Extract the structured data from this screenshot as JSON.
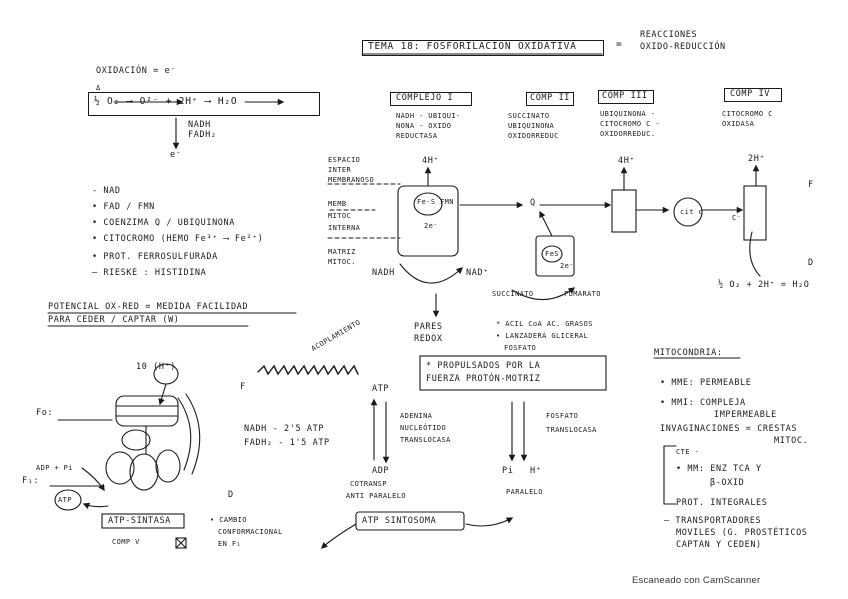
{
  "title": {
    "heading": "TEMA 18: FOSFORILACION OXIDATIVA",
    "equals": "=",
    "reactions_l1": "REACCIONES",
    "reactions_l2": "OXIDO-REDUCCIÓN"
  },
  "oxidation": {
    "label": "OXIDACIÓN = e⁻",
    "equation": "½ O₂ ⟶ O²⁻ + 2H⁺ ⟶ H₂O",
    "delta": "Δ",
    "carrier1": "NADH",
    "carrier2": "FADH₂",
    "electron": "e⁻"
  },
  "carriers": [
    "- NAD",
    "• FAD / FMN",
    "• COENZIMA Q / UBIQUINONA",
    "• CITOCROMO (HEMO Fe³⁺ ⟶ Fe²⁺)",
    "• PROT. FERROSULFURADA",
    "– RIESKE : HISTIDINA"
  ],
  "potential": {
    "line1": "POTENCIAL OX-RED = MEDIDA FACILIDAD",
    "line2": "PARA CEDER / CAPTAR (W)"
  },
  "complexes": {
    "c1_label": "COMPLEJO I",
    "c1_desc": [
      "NADH - UBIQUI-",
      "NONA - OXIDO",
      "REDUCTASA"
    ],
    "c2_label": "COMP II",
    "c2_desc": [
      "SUCCINATO",
      "UBIQUINONA",
      "OXIDORREDUC"
    ],
    "c3_label": "COMP III",
    "c3_desc": [
      "UBIQUINONA -",
      "CITOCROMO C -",
      "OXIDORREDUC."
    ],
    "c4_label": "COMP IV",
    "c4_desc": [
      "CITOCROMO C",
      "OXIDASA"
    ]
  },
  "membrane": {
    "space": [
      "ESPACIO",
      "INTER",
      "MEMBRANOSO"
    ],
    "inner": [
      "MEMB",
      "MITOC",
      "INTERNA"
    ],
    "matrix": [
      "MATRIZ",
      "MITOC."
    ]
  },
  "diagram": {
    "h4_1": "4H⁺",
    "h4_2": "4H⁺",
    "h2": "2H⁺",
    "fes_fmn": "Fe-S FMN",
    "e2_a": "2e⁻",
    "e2_b": "2e⁻",
    "q": "Q",
    "fes": "FeS",
    "cit_c": "cit c",
    "c_minus": "C⁻",
    "nadh": "NADH",
    "nad": "NAD⁺",
    "succinato": "SUCCINATO",
    "fumarato": "FUMARATO",
    "water_eq": "½ O₂ + 2H⁺ = H₂O",
    "f_mark": "F",
    "d_mark": "D"
  },
  "redox": {
    "pares_l1": "PARES",
    "pares_l2": "REDOX",
    "sources": [
      "* ACIL CoA AC. GRASOS",
      "• LANZADERA GLICERAL",
      "FOSFATO"
    ]
  },
  "coupling": {
    "label": "ACOPLAMIENTO",
    "propulsados_l1": "* PROPULSADOS POR LA",
    "propulsados_l2": "FUERZA PROTÓN-MOTRIZ"
  },
  "transport": {
    "atp": "ATP",
    "adp": "ADP",
    "translocasa": [
      "ADENINA",
      "NUCLEÓTIDO",
      "TRANSLOCASA"
    ],
    "cotransp_l1": "COTRANSP",
    "cotransp_l2": "ANTI PARALELO",
    "pi": "Pi",
    "h": "H⁺",
    "fosfato": [
      "FOSFATO",
      "TRANSLOCASA"
    ],
    "paralelo": "PARALELO",
    "atp_sintosoma": "ATP SINTOSOMA",
    "f_mark": "F"
  },
  "yield": {
    "nadh": "NADH - 2'5 ATP",
    "fadh": "FADH₂ - 1'5 ATP"
  },
  "synthase": {
    "h_plus": "10 (H⁺)",
    "fo": "Fo:",
    "f1": "F₁:",
    "adp_pi": "ADP + Pi",
    "atp": "ATP",
    "label": "ATP-SINTASA",
    "comp": "COMP V",
    "d_mark": "D",
    "cambio": [
      "• CAMBIO",
      "CONFORMACIONAL",
      "EN F₁"
    ]
  },
  "mitocondria": {
    "heading": "MITOCONDRIA:",
    "mme": "• MME: PERMEABLE",
    "mmi_l1": "• MMI: COMPLEJA",
    "mmi_l2": "IMPERMEABLE",
    "invag_l1": "INVAGINACIONES = CRESTAS",
    "invag_l2": "MITOC.",
    "cte": "CTE -",
    "mm_l1": "• MM: ENZ TCA Y",
    "mm_l2": "β-OXID",
    "prot": "PROT. INTEGRALES",
    "transp_l1": "– TRANSPORTADORES",
    "transp_l2": "MOVILES (G. PROSTÉTICOS",
    "transp_l3": "CAPTAN Y CEDEN)"
  },
  "footer": "Escaneado con CamScanner"
}
